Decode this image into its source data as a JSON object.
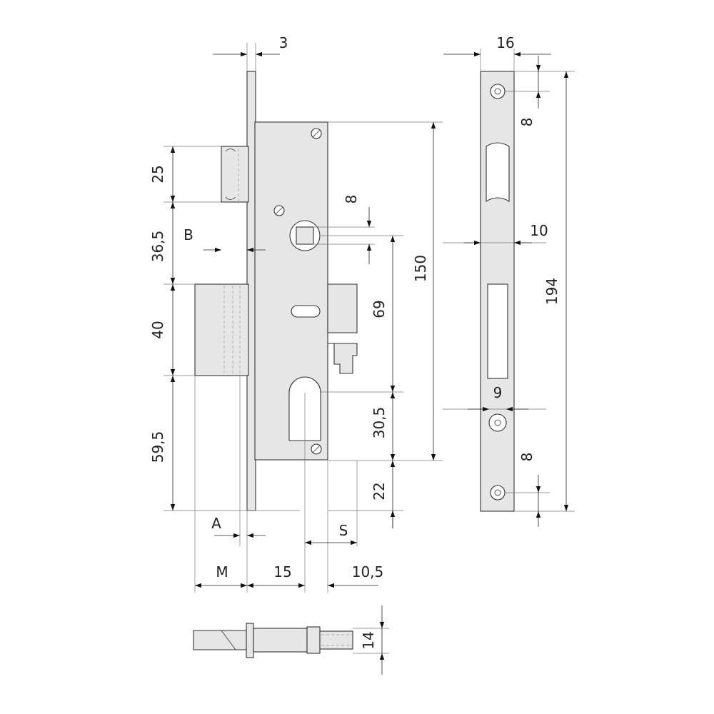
{
  "labels": {
    "backset_thickness": "3",
    "faceplate_width": "16",
    "latch_height": "25",
    "latch_to_spindle": "36,5",
    "b_label": "B",
    "deadbolt_height": "40",
    "lower_height": "59,5",
    "spindle_square": "8",
    "spindle_to_cylinder": "69",
    "case_height": "150",
    "cylinder_to_bottom_screw": "30,5",
    "bottom_offset": "22",
    "a_label": "A",
    "s_label": "S",
    "m_label": "M",
    "backset_15": "15",
    "offset_10_5": "10,5",
    "strike_top_hole": "8",
    "strike_width": "10",
    "strike_total": "194",
    "strike_mid": "9",
    "strike_bottom_hole": "8",
    "bolt_width": "14"
  },
  "colors": {
    "part_fill": "#e6e6e6",
    "stroke": "#333333",
    "background": "#ffffff"
  }
}
